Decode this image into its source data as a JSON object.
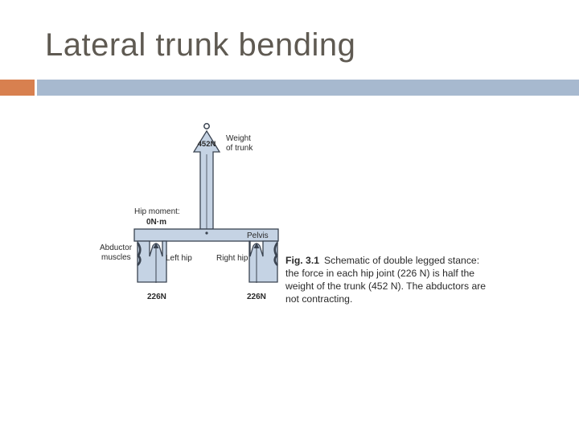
{
  "slide": {
    "title": "Lateral trunk bending"
  },
  "diagram": {
    "weight_value": "452N",
    "weight_label_line1": "Weight",
    "weight_label_line2": "of trunk",
    "hip_moment_label": "Hip moment:",
    "hip_moment_value": "0N·m",
    "pelvis_label": "Pelvis",
    "abductor_line1": "Abductor",
    "abductor_line2": "muscles",
    "left_hip_label": "Left hip",
    "right_hip_label": "Right hip",
    "left_force": "226N",
    "right_force": "226N"
  },
  "caption": {
    "fig_number": "Fig. 3.1",
    "text": "Schematic of double legged stance: the force in each hip joint (226 N) is half the weight of the trunk (452 N). The abductors are not contracting."
  },
  "colors": {
    "accent_orange": "#d8804f",
    "accent_blue": "#a7b9cf",
    "diagram_fill": "#c5d3e4",
    "diagram_stroke": "#3a4350"
  }
}
